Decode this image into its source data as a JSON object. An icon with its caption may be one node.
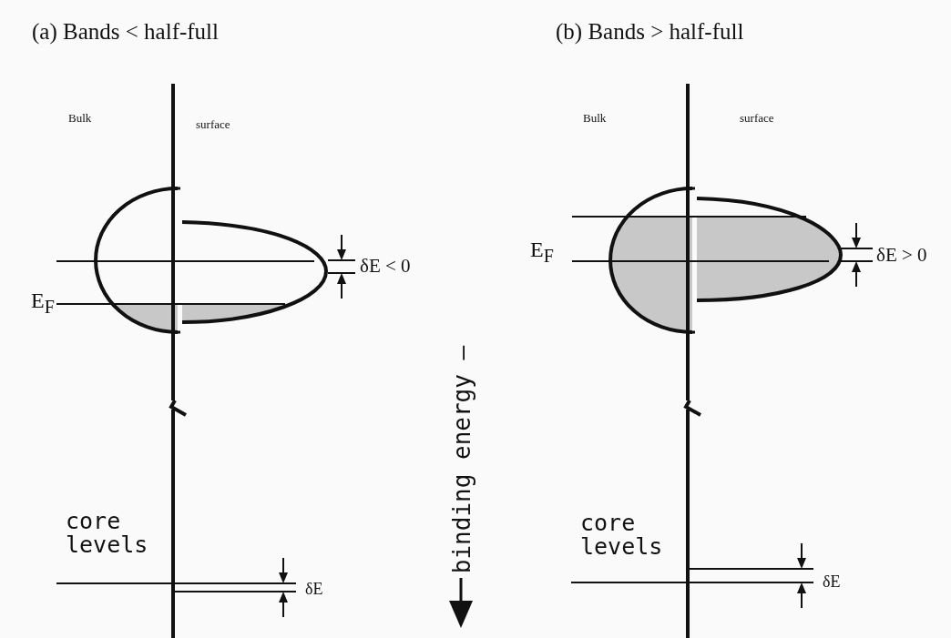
{
  "diagram": {
    "labels": [
      "(a)  Bands < half-full",
      "(b) Bands > half-full",
      "Bulk",
      "surface",
      "Bulk",
      "surface",
      "δE < 0",
      "E$_{F}$",
      "E$_{F}$",
      "δE > 0",
      "binding energy —",
      "core levels",
      "δE",
      "core levels",
      "δE"
    ]
  }
}
